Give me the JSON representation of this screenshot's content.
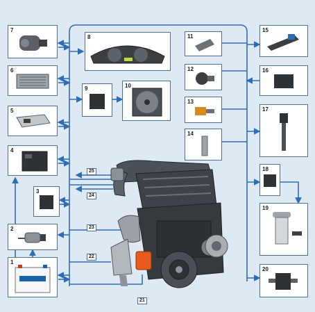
{
  "components": [
    {
      "label": "1",
      "icon": "battery-icon"
    },
    {
      "label": "2",
      "icon": "sensor-icon"
    },
    {
      "label": "3",
      "icon": "relay-icon"
    },
    {
      "label": "4",
      "icon": "control-unit-icon"
    },
    {
      "label": "5",
      "icon": "ecu-icon"
    },
    {
      "label": "6",
      "icon": "module-icon"
    },
    {
      "label": "7",
      "icon": "mass-air-flow-sensor-icon"
    },
    {
      "label": "8",
      "icon": "instrument-cluster-icon"
    },
    {
      "label": "9",
      "icon": "relay-icon"
    },
    {
      "label": "10",
      "icon": "cooling-fan-icon"
    },
    {
      "label": "11",
      "icon": "position-sensor-icon"
    },
    {
      "label": "12",
      "icon": "knock-sensor-icon"
    },
    {
      "label": "13",
      "icon": "temperature-sensor-icon"
    },
    {
      "label": "14",
      "icon": "speed-sensor-icon"
    },
    {
      "label": "15",
      "icon": "fuel-injector-icon"
    },
    {
      "label": "16",
      "icon": "idle-valve-icon"
    },
    {
      "label": "17",
      "icon": "ignition-coil-icon"
    },
    {
      "label": "18",
      "icon": "relay-icon"
    },
    {
      "label": "19",
      "icon": "fuel-pump-module-icon"
    },
    {
      "label": "20",
      "icon": "valve-icon"
    }
  ],
  "engine_callouts": [
    "21",
    "22",
    "23",
    "24",
    "25"
  ],
  "colors": {
    "background": "#dfe9f4",
    "bus_line": "#2f6eb5",
    "box_border": "#4f6f8d",
    "engine": "#3a3f44",
    "accent": "#e85a1e"
  }
}
